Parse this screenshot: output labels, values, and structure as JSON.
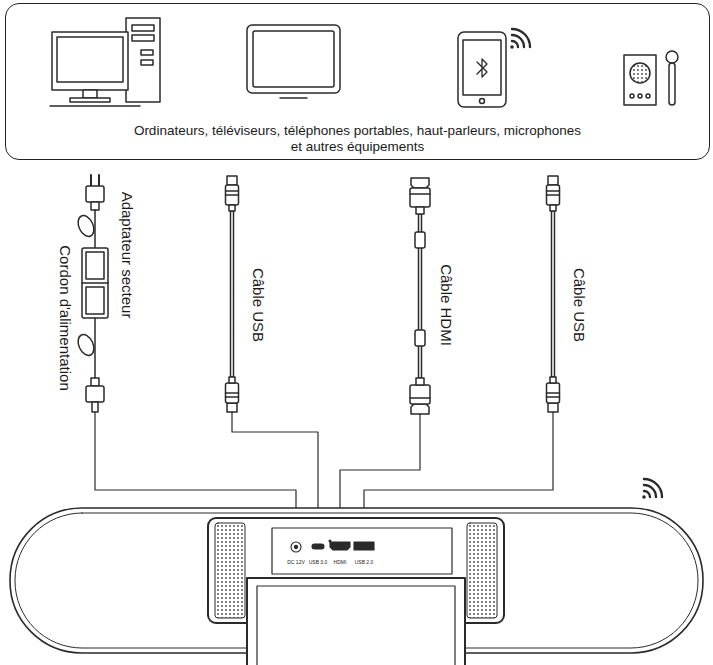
{
  "diagram": {
    "nodes": [
      {
        "text": [
          "Ordinateurs, téléviseurs, téléphones portables, haut-parleurs, microphones et autres équipements"
        ]
      }
    ],
    "labels": [
      "Adaptateur secteur",
      "Cordon d'alimentation",
      "Câble USB",
      "Câble HDMI",
      "Câble USB",
      "DC 12V",
      "USB 3.0",
      "HDMI",
      "USB 2.0"
    ]
  }
}
